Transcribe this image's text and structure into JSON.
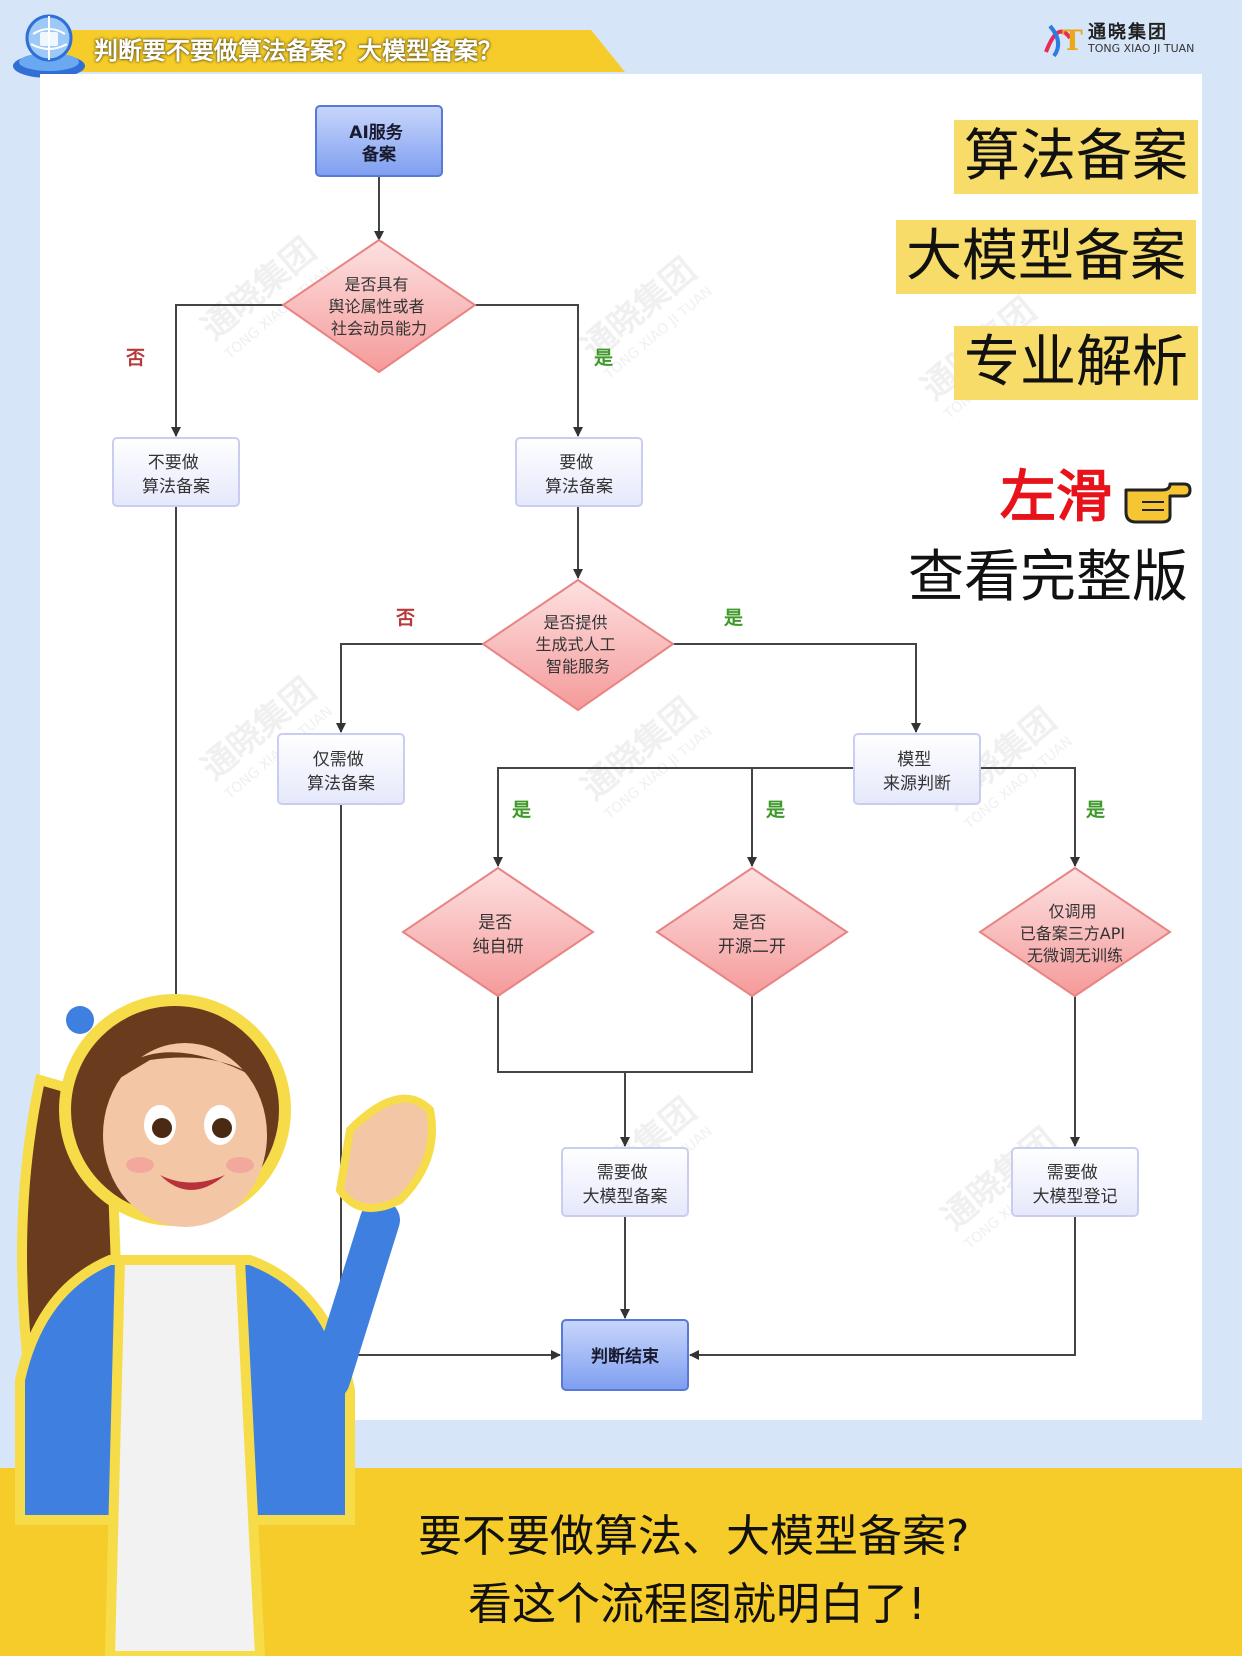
{
  "header": {
    "title": "判断要不要做算法备案？大模型备案？"
  },
  "company": {
    "name_cn": "通晓集团",
    "name_en": "TONG XIAO JI TUAN"
  },
  "watermark": {
    "cn": "通晓集团",
    "en": "TONG XIAO JI TUAN"
  },
  "tags": [
    "算法备案",
    "大模型备案",
    "专业解析"
  ],
  "hint": {
    "red": "左滑",
    "black": "查看完整版"
  },
  "flow": {
    "start": [
      "AI服务",
      "备案"
    ],
    "q1": [
      "是否具有",
      "舆论属性或者",
      "社会动员能力"
    ],
    "no_alg": [
      "不要做",
      "算法备案"
    ],
    "do_alg": [
      "要做",
      "算法备案"
    ],
    "q2": [
      "是否提供",
      "生成式人工",
      "智能服务"
    ],
    "only_alg": [
      "仅需做",
      "算法备案"
    ],
    "model_src": [
      "模型",
      "来源判断"
    ],
    "q_self": [
      "是否",
      "纯自研"
    ],
    "q_open": [
      "是否",
      "开源二开"
    ],
    "q_api": [
      "仅调用",
      "已备案三方API",
      "无微调无训练"
    ],
    "need_filing": [
      "需要做",
      "大模型备案"
    ],
    "need_reg": [
      "需要做",
      "大模型登记"
    ],
    "end": "判断结束",
    "yes": "是",
    "no": "否"
  },
  "bottom": {
    "line1": "要不要做算法、大模型备案?",
    "line2": "看这个流程图就明白了!"
  },
  "colors": {
    "yellow": "#f5cc2a",
    "blue_node": "#7e9ef0",
    "diamond": "#f7a6a6",
    "yes_green": "#3f9a2a",
    "no_red": "#c0392b"
  }
}
